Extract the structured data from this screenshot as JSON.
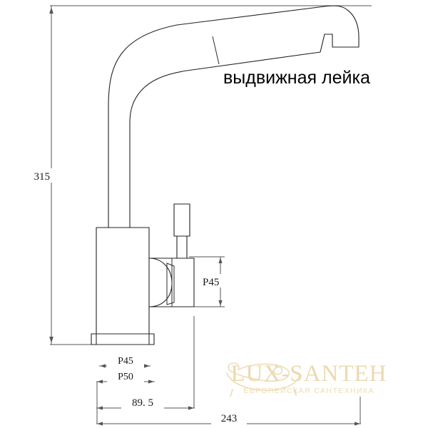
{
  "drawing": {
    "type": "technical-dimension-drawing",
    "subject": "kitchen-faucet-side-view",
    "background_color": "#ffffff",
    "line_color": "#222222",
    "dimension_color": "#555555"
  },
  "callout": {
    "label": "выдвижная лейка"
  },
  "dimensions": {
    "height_overall": "315",
    "spout_head_diameter": "Р45",
    "base_inner_diameter": "Р45",
    "base_outer_diameter": "Р50",
    "reach_to_handle": "89. 5",
    "reach_overall": "243"
  },
  "watermark": {
    "brand": "LUX-SANTEH",
    "tagline": "ЕВРОПЕЙСКАЯ САНТЕХНИКА",
    "icon": "bathtub-icon",
    "color": "#eedcb6"
  }
}
